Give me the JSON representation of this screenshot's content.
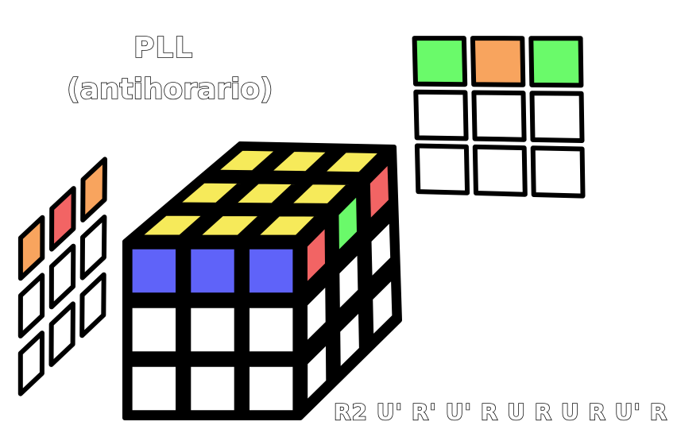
{
  "title": {
    "line1": "PLL",
    "line2": "(antihorario)"
  },
  "algorithm": "R2 U' R' U' R U R U R U' R",
  "colors": {
    "yellow": "#f6ea5a",
    "blue": "#5f63f9",
    "red": "#f26464",
    "green": "#6afa6a",
    "orange": "#f8a45e",
    "white": "#ffffff"
  },
  "cube": {
    "top": [
      [
        "yellow",
        "yellow",
        "yellow"
      ],
      [
        "yellow",
        "yellow",
        "yellow"
      ],
      [
        "yellow",
        "yellow",
        "yellow"
      ]
    ],
    "front": [
      [
        "blue",
        "blue",
        "blue"
      ],
      [
        "white",
        "white",
        "white"
      ],
      [
        "white",
        "white",
        "white"
      ]
    ],
    "right": [
      [
        "red",
        "green",
        "red"
      ],
      [
        "white",
        "white",
        "white"
      ],
      [
        "white",
        "white",
        "white"
      ]
    ]
  },
  "back_face": [
    [
      "green",
      "orange",
      "green"
    ],
    [
      "white",
      "white",
      "white"
    ],
    [
      "white",
      "white",
      "white"
    ]
  ],
  "left_face": [
    [
      "orange",
      "red",
      "orange"
    ],
    [
      "white",
      "white",
      "white"
    ],
    [
      "white",
      "white",
      "white"
    ]
  ]
}
